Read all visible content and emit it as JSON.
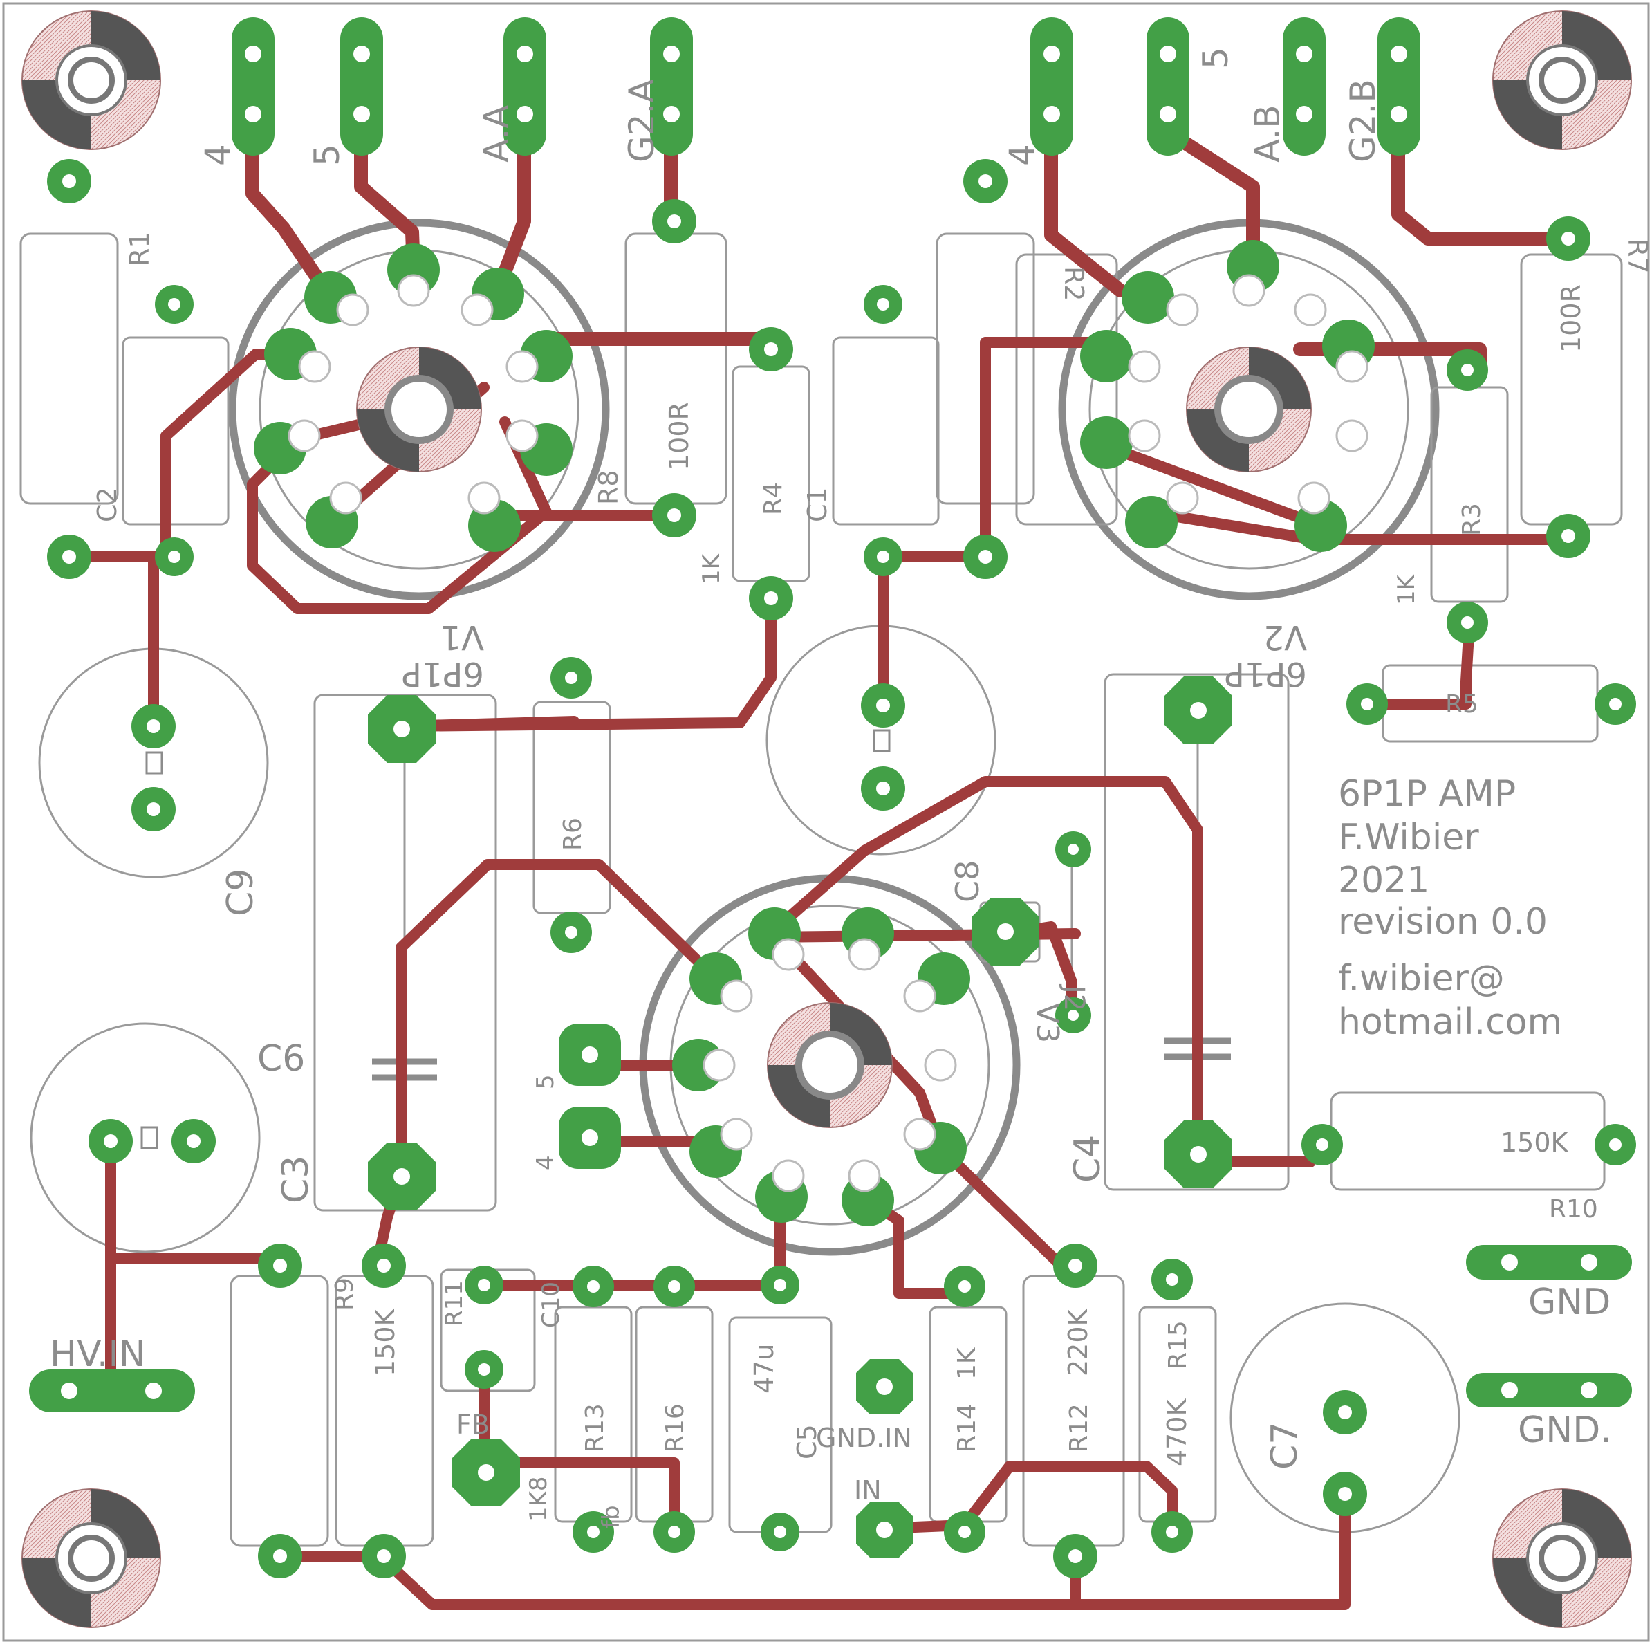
{
  "board": {
    "title": "6P1P AMP",
    "author": "F.Wibier",
    "year": "2021",
    "revision": "revision 0.0",
    "email_line1": "f.wibier@",
    "email_line2": "hotmail.com"
  },
  "tubes": [
    {
      "ref": "V1",
      "value": "6P1P"
    },
    {
      "ref": "V2",
      "value": "6P1P"
    },
    {
      "ref": "V3"
    }
  ],
  "connectors": {
    "v1_filament_4": "4",
    "v1_filament_5": "5",
    "v1_anode": "A.A",
    "v1_g2": "G2.A",
    "v2_filament_4": "4",
    "v2_filament_5": "5",
    "v2_anode": "A.B",
    "v2_g2": "G2.B",
    "v3_heater_5": "5",
    "v3_heater_4": "4",
    "gnd_1": "GND",
    "gnd_2": "GND.",
    "hv_in": "HV.IN",
    "gnd_in": "GND.IN",
    "input": "IN",
    "feedback": "FB",
    "feedback_small": "fb",
    "j2": "J2"
  },
  "resistors": [
    {
      "ref": "R1"
    },
    {
      "ref": "R2"
    },
    {
      "ref": "R3",
      "value": "1K"
    },
    {
      "ref": "R4",
      "value": "1K"
    },
    {
      "ref": "R5"
    },
    {
      "ref": "R6"
    },
    {
      "ref": "R7",
      "value": "100R"
    },
    {
      "ref": "R8",
      "value": "100R"
    },
    {
      "ref": "R9",
      "value": "150K"
    },
    {
      "ref": "R10",
      "value": "150K"
    },
    {
      "ref": "R11",
      "value": "1K8"
    },
    {
      "ref": "R12",
      "value": "220K"
    },
    {
      "ref": "R13"
    },
    {
      "ref": "R14",
      "value": "1K"
    },
    {
      "ref": "R15",
      "value": "470K"
    },
    {
      "ref": "R16"
    }
  ],
  "capacitors": [
    {
      "ref": "C1"
    },
    {
      "ref": "C2"
    },
    {
      "ref": "C3"
    },
    {
      "ref": "C4"
    },
    {
      "ref": "C5",
      "value": "47u"
    },
    {
      "ref": "C6"
    },
    {
      "ref": "C7"
    },
    {
      "ref": "C8"
    },
    {
      "ref": "C9"
    },
    {
      "ref": "C10"
    }
  ],
  "colors": {
    "background": "#ffffff",
    "copper_trace": "#a03c3c",
    "pad": "#43a047",
    "silkscreen": "#8c8c8c"
  }
}
